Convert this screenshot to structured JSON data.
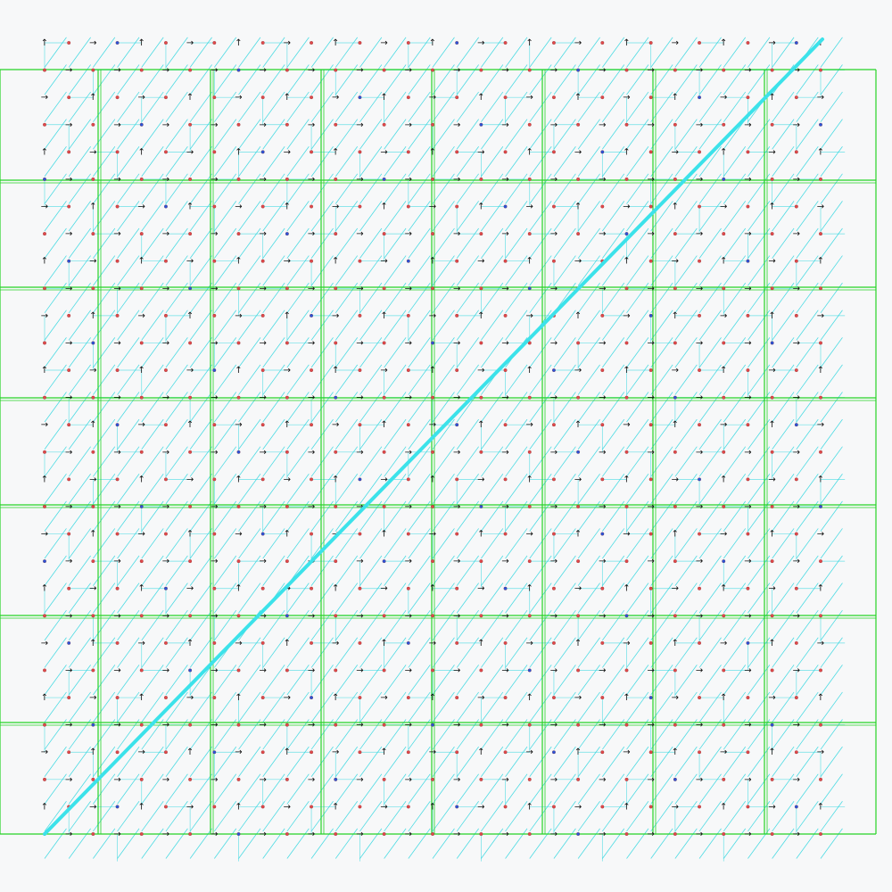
{
  "colors": {
    "background": "#f7f8f9",
    "block_border": "#27d327",
    "lattice_line": "#2fd6df",
    "main_diagonal": "#3ce2ea",
    "node_red": "#e0484a",
    "node_blue": "#2a52d8",
    "node_green": "#3be03b",
    "arrow": "#111111"
  },
  "grid": {
    "block_columns": 8,
    "block_rows": 7,
    "nodes_per_block_side": 4,
    "arrow_glyph_right": "→",
    "arrow_glyph_up": "↑"
  }
}
